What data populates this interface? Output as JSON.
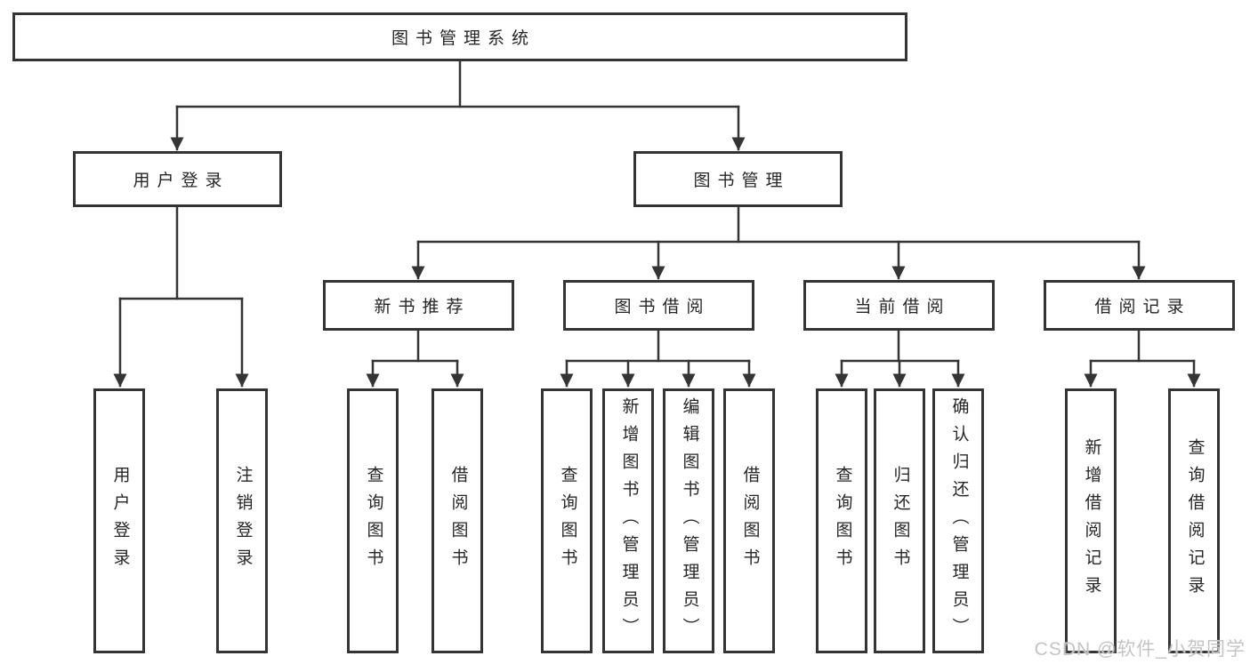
{
  "tree": {
    "root": "图书管理系统",
    "children": [
      {
        "label": "用户登录",
        "children": [
          {
            "label": "用户登录"
          },
          {
            "label": "注销登录"
          }
        ]
      },
      {
        "label": "图书管理",
        "children": [
          {
            "label": "新书推荐",
            "children": [
              {
                "label": "查询图书"
              },
              {
                "label": "借阅图书"
              }
            ]
          },
          {
            "label": "图书借阅",
            "children": [
              {
                "label": "查询图书"
              },
              {
                "label": "新增图书（管理员）"
              },
              {
                "label": "编辑图书（管理员）"
              },
              {
                "label": "借阅图书"
              }
            ]
          },
          {
            "label": "当前借阅",
            "children": [
              {
                "label": "查询图书"
              },
              {
                "label": "归还图书"
              },
              {
                "label": "确认归还（管理员）"
              }
            ]
          },
          {
            "label": "借阅记录",
            "children": [
              {
                "label": "新增借阅记录"
              },
              {
                "label": "查询借阅记录"
              }
            ]
          }
        ]
      }
    ]
  },
  "watermark": "CSDN @软件_小贺同学",
  "colors": {
    "line": "#343434",
    "text": "#262626",
    "watermark": "#c4c4c4",
    "background": "#ffffff"
  }
}
